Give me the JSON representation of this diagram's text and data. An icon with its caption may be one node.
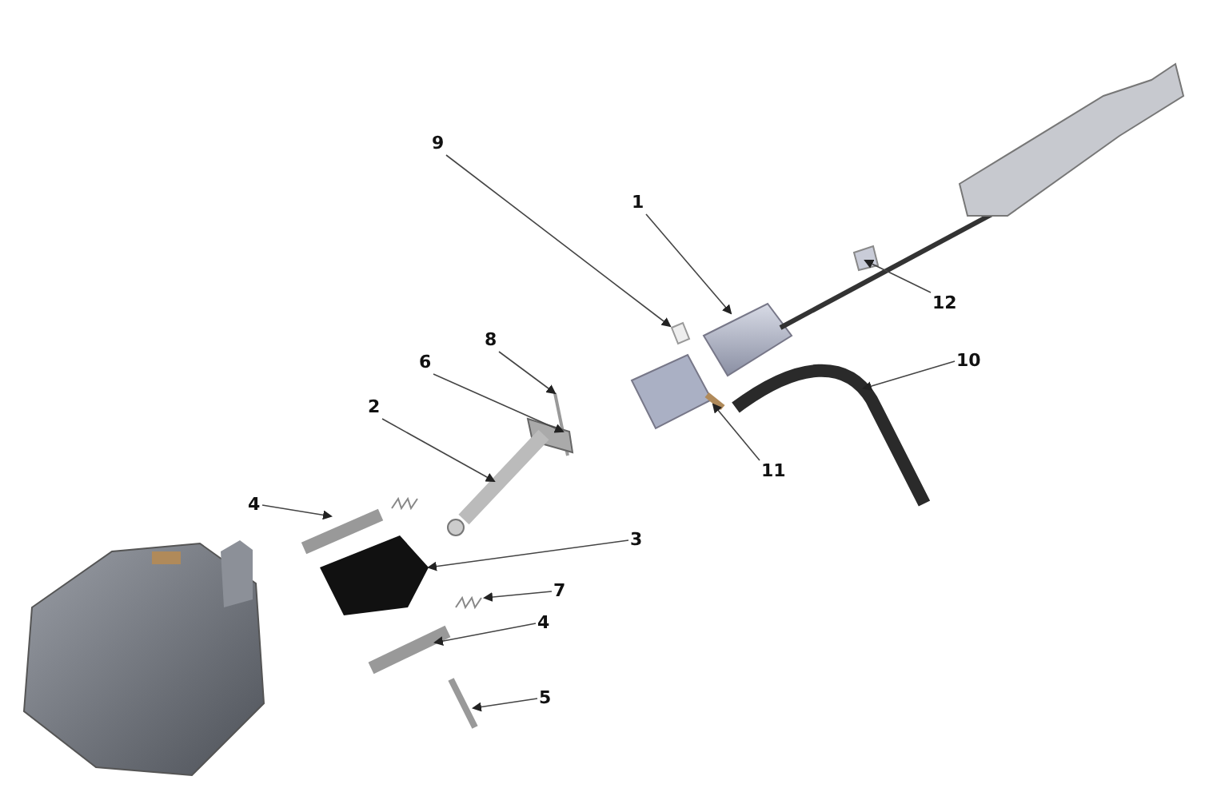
{
  "diagram": {
    "nodes": [
      {
        "text": [
          "9"
        ]
      },
      {
        "text": [
          "1"
        ]
      },
      {
        "text": [
          "12"
        ]
      },
      {
        "text": [
          "8"
        ]
      },
      {
        "text": [
          "6"
        ]
      },
      {
        "text": [
          "10"
        ]
      },
      {
        "text": [
          "2"
        ]
      },
      {
        "text": [
          "11"
        ]
      },
      {
        "text": [
          "4"
        ]
      },
      {
        "text": [
          "3"
        ]
      },
      {
        "text": [
          "7"
        ]
      },
      {
        "text": [
          "4"
        ]
      },
      {
        "text": [
          "5"
        ]
      }
    ],
    "edges": [
      {
        "from": 0,
        "to": null,
        "arrow": "to"
      },
      {
        "from": 1,
        "to": null,
        "arrow": "to"
      },
      {
        "from": 2,
        "to": null,
        "arrow": "to"
      },
      {
        "from": 3,
        "to": null,
        "arrow": "to"
      },
      {
        "from": 4,
        "to": null,
        "arrow": "to"
      },
      {
        "from": 5,
        "to": null,
        "arrow": "to"
      },
      {
        "from": 6,
        "to": null,
        "arrow": "to"
      },
      {
        "from": 7,
        "to": null,
        "arrow": "to"
      },
      {
        "from": 8,
        "to": null,
        "arrow": "to"
      },
      {
        "from": 9,
        "to": null,
        "arrow": "to"
      },
      {
        "from": 10,
        "to": null,
        "arrow": "to"
      },
      {
        "from": 11,
        "to": null,
        "arrow": "to"
      },
      {
        "from": 12,
        "to": null,
        "arrow": "to"
      }
    ]
  }
}
